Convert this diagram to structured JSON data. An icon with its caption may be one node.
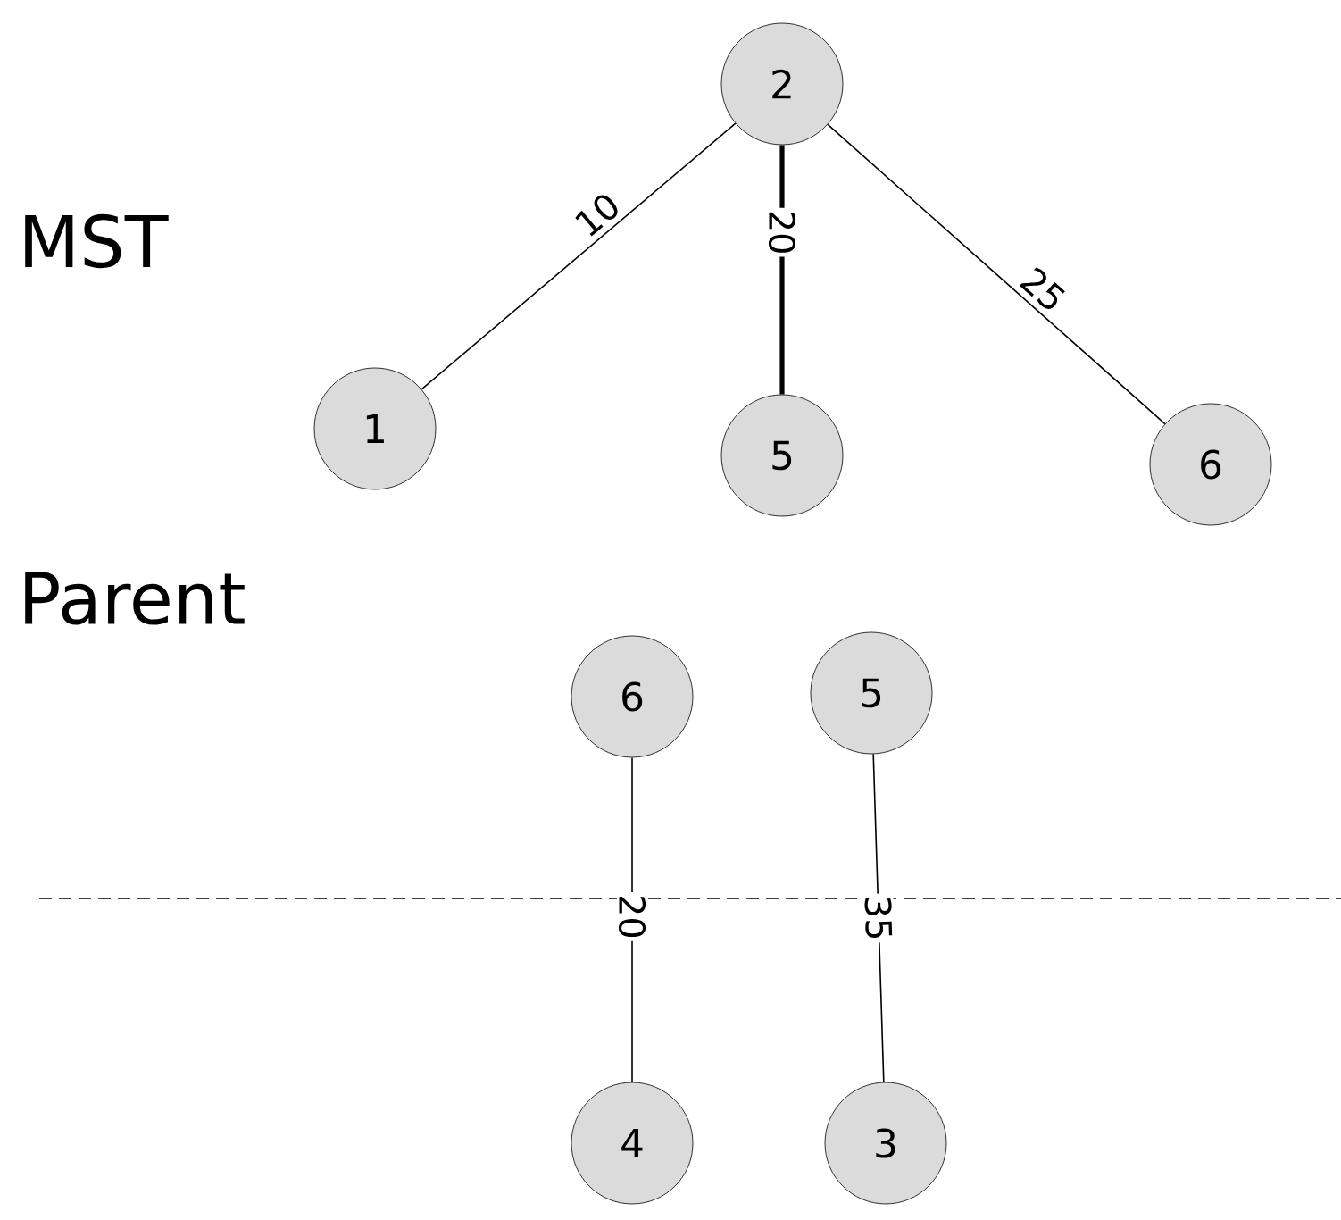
{
  "diagram": {
    "nodes": [
      {
        "text": [
          "2"
        ]
      },
      {
        "text": [
          "1"
        ]
      },
      {
        "text": [
          "5"
        ]
      },
      {
        "text": [
          "6"
        ]
      },
      {
        "text": [
          "6"
        ]
      },
      {
        "text": [
          "5"
        ]
      },
      {
        "text": [
          "4"
        ]
      },
      {
        "text": [
          "3"
        ]
      }
    ],
    "edges": [
      {
        "from": 0,
        "to": 1,
        "arrow": "none",
        "label": "10"
      },
      {
        "from": 0,
        "to": 2,
        "arrow": "none",
        "label": "20",
        "style": "thick"
      },
      {
        "from": 0,
        "to": 3,
        "arrow": "none",
        "label": "25"
      },
      {
        "from": 4,
        "to": 6,
        "arrow": "none",
        "label": "20"
      },
      {
        "from": 5,
        "to": 7,
        "arrow": "none",
        "label": "35"
      }
    ],
    "labels": [
      "MST",
      "Parent"
    ]
  }
}
